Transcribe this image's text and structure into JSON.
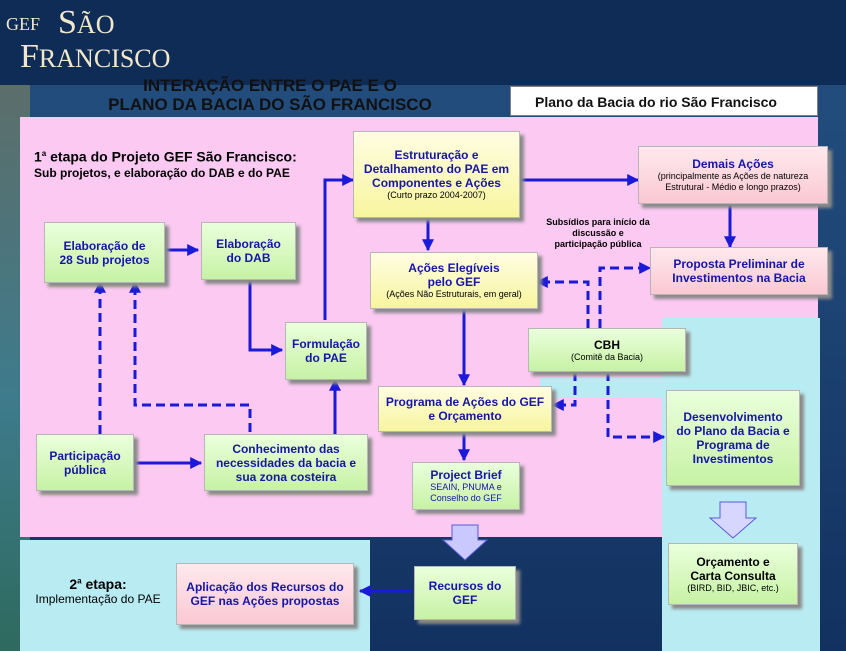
{
  "logo": {
    "gef": "GEF",
    "s": "S",
    "ao": "ÃO",
    "f": "F",
    "rancisco": "RANCISCO"
  },
  "title": {
    "line1": "INTERAÇÃO ENTRE O PAE E O",
    "line2": "PLANO DA BACIA DO SÃO FRANCISCO"
  },
  "plan_header": "Plano da Bacia do rio São Francisco",
  "stage1": {
    "line1_pre": "1",
    "line1_sup": "a",
    "line1_post": " etapa do Projeto GEF São Francisco:",
    "line2": "Sub projetos, e elaboração do DAB e do PAE"
  },
  "stage2": {
    "line1_pre": "2",
    "line1_sup": "a",
    "line1_post": " etapa:",
    "line2": "Implementação do PAE"
  },
  "boxes": {
    "estruturacao": {
      "l1": "Estruturação e",
      "l2": "Detalhamento do PAE em",
      "l3": "Componentes e Ações",
      "sub": "(Curto prazo 2004-2007)"
    },
    "demais": {
      "l1": "Demais Ações",
      "s1": "(principalmente as Ações de natureza",
      "s2": "Estrutural - Médio e longo prazos)"
    },
    "subsidios": {
      "l1": "Subsídios para início da",
      "l2": "discussão e",
      "l3": "participação pública"
    },
    "elab28": {
      "l1": "Elaboração de",
      "l2": "28 Sub projetos"
    },
    "elabdab": {
      "l1": "Elaboração",
      "l2": "do DAB"
    },
    "acoes": {
      "l1": "Ações Elegíveis",
      "l2": "pelo GEF",
      "sub": "(Ações Não Estruturais, em geral)"
    },
    "proposta": {
      "l1": "Proposta Preliminar de",
      "l2": "Investimentos na Bacia"
    },
    "formulacao": {
      "l1": "Formulação",
      "l2": "do PAE"
    },
    "cbh": {
      "l1": "CBH",
      "sub": "(Comitê da Bacia)"
    },
    "programa": {
      "l1": "Programa de Ações do GEF",
      "l2": "e  Orçamento"
    },
    "desenvolvimento": {
      "l1": "Desenvolvimento",
      "l2": "do Plano da Bacia e",
      "l3": "Programa de",
      "l4": "Investimentos"
    },
    "participacao": {
      "l1": "Participação",
      "l2": "pública"
    },
    "conhecimento": {
      "l1": "Conhecimento das",
      "l2": "necessidades da bacia e",
      "l3": "sua zona costeira"
    },
    "brief": {
      "l1": "Project Brief",
      "s1": "SEAIN, PNUMA e",
      "s2": "Conselho do GEF"
    },
    "aplicacao": {
      "l1": "Aplicação dos Recursos do",
      "l2": "GEF nas Ações propostas"
    },
    "recursos": {
      "l1": "Recursos do",
      "l2": "GEF"
    },
    "orcamento": {
      "l1": "Orçamento  e",
      "l2": "Carta Consulta",
      "sub": "(BIRD, BID, JBIC, etc.)"
    }
  },
  "colors": {
    "pink_area": "#fbc9f2",
    "cyan_area": "#b9ecf2",
    "arrow": "#1a1ad8",
    "background": "#1d4474",
    "logo": "#f2e7c9"
  }
}
